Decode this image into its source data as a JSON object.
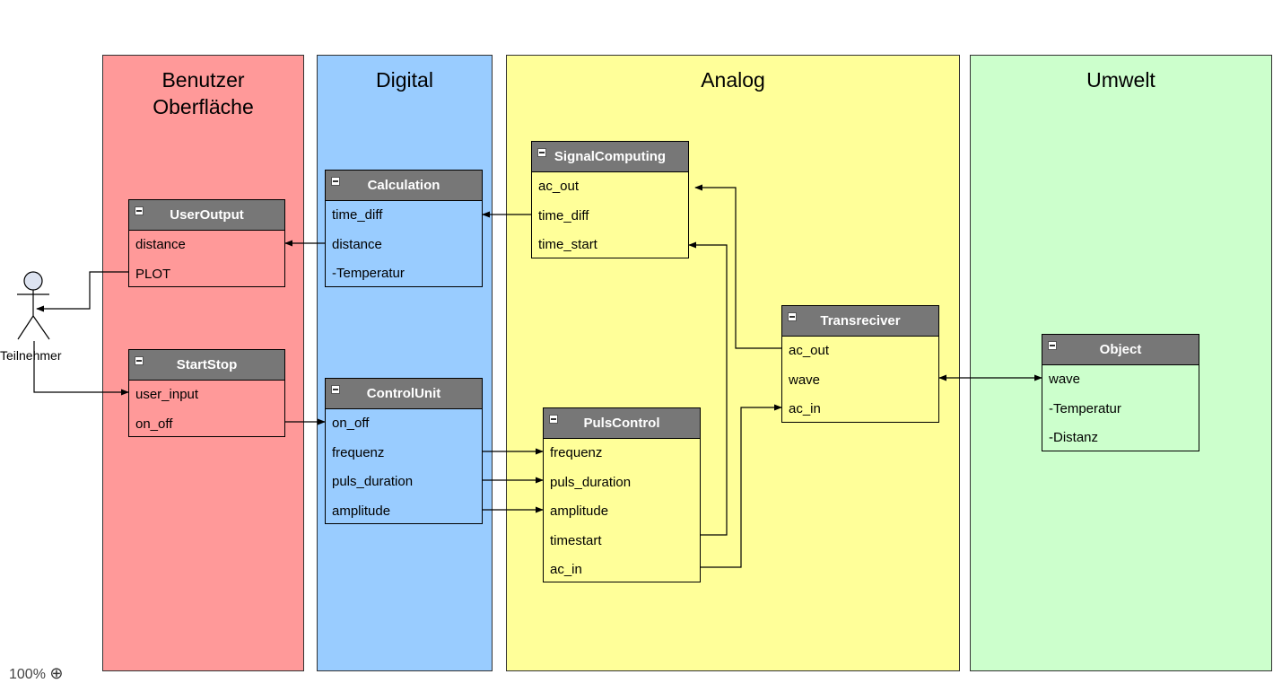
{
  "lanes": {
    "benutzer": "Benutzer\nOberfläche",
    "digital": "Digital",
    "analog": "Analog",
    "umwelt": "Umwelt"
  },
  "classes": {
    "user_output": {
      "title": "UserOutput",
      "attrs": [
        "distance",
        "PLOT"
      ]
    },
    "start_stop": {
      "title": "StartStop",
      "attrs": [
        "user_input",
        "on_off"
      ]
    },
    "calculation": {
      "title": "Calculation",
      "attrs": [
        "time_diff",
        "distance",
        "-Temperatur"
      ]
    },
    "control_unit": {
      "title": "ControlUnit",
      "attrs": [
        "on_off",
        "frequenz",
        "puls_duration",
        "amplitude"
      ]
    },
    "signal_computing": {
      "title": "SignalComputing",
      "attrs": [
        "ac_out",
        "time_diff",
        "time_start"
      ]
    },
    "puls_control": {
      "title": "PulsControl",
      "attrs": [
        "frequenz",
        "puls_duration",
        "amplitude",
        "timestart",
        "ac_in"
      ]
    },
    "transreciver": {
      "title": "Transreciver",
      "attrs": [
        "ac_out",
        "wave",
        "ac_in"
      ]
    },
    "object": {
      "title": "Object",
      "attrs": [
        "wave",
        "-Temperatur",
        "-Distanz"
      ]
    }
  },
  "actor": {
    "label": "Teilnehmer"
  },
  "zoom": {
    "level": "100%",
    "button": "⊕"
  },
  "colors": {
    "benutzer": "#ff9999",
    "digital": "#99ccff",
    "analog": "#ffff99",
    "umwelt": "#ccffcc",
    "class_header": "#777777"
  }
}
